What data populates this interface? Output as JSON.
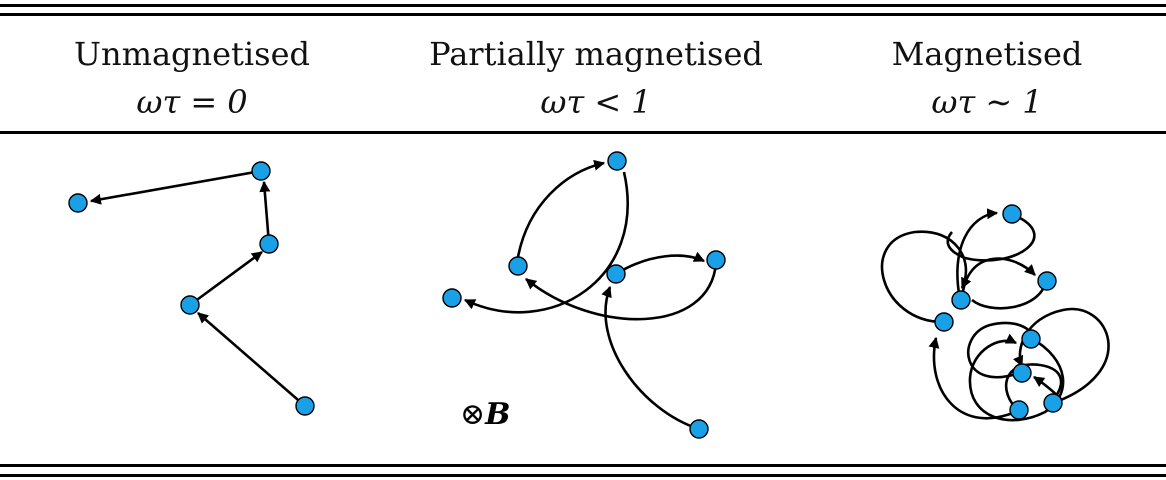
{
  "columns": [
    {
      "name": "Unmagnetised",
      "condition": "ωτ = 0"
    },
    {
      "name": "Partially magnetised",
      "condition": "ωτ < 1"
    },
    {
      "name": "Magnetised",
      "condition": "ωτ ∼ 1"
    }
  ],
  "field_label": {
    "symbol": "⊗",
    "variable": "B"
  },
  "colors": {
    "particle": "#1aa0e6",
    "line": "#000000",
    "background": "#ffffff"
  }
}
